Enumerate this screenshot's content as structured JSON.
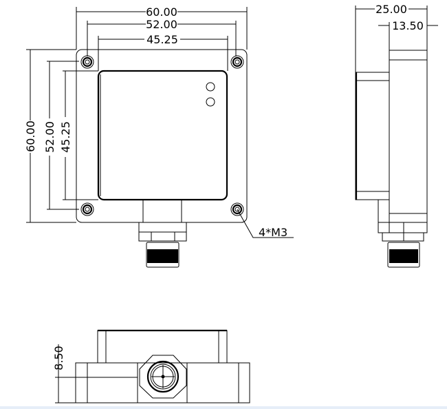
{
  "front_view": {
    "dims_horizontal": [
      "60.00",
      "52.00",
      "45.25"
    ],
    "dims_vertical": [
      "60.00",
      "52.00",
      "45.25"
    ],
    "hole_callout": "4*M3"
  },
  "side_view": {
    "dims": [
      "25.00",
      "13.50"
    ]
  },
  "bottom_view": {
    "dims": [
      "8.50"
    ]
  }
}
